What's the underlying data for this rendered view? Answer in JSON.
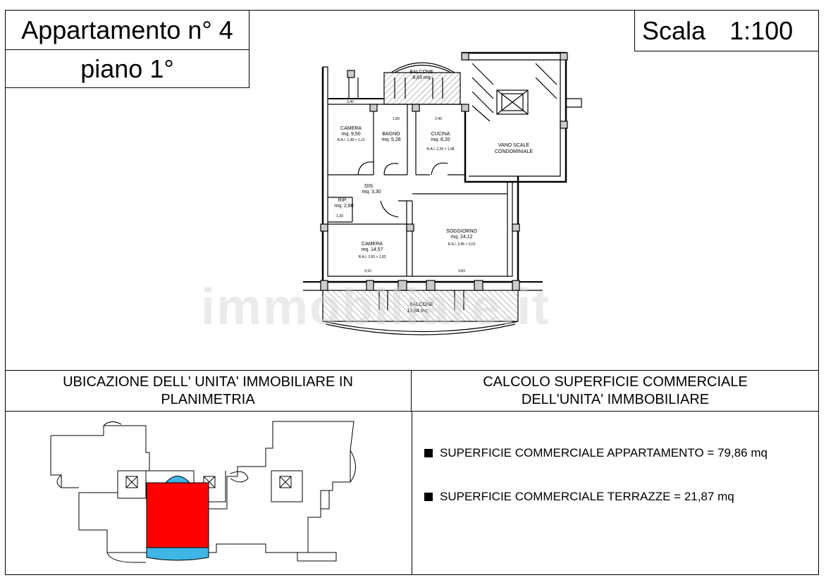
{
  "header": {
    "title_line1": "Appartamento n° 4",
    "title_line2": "piano 1°",
    "scale_label": "Scala",
    "scale_value": "1:100"
  },
  "plan_labels": {
    "balcone_top": "BALCONE",
    "balcone_top_area": "8,83 mq",
    "camera1": "CAMERA",
    "camera1_area": "mq. 9,50",
    "camera1_ral": "R.A.I. 1,38 > 1,12",
    "bagno": "BAGNO",
    "bagno_area": "mq. 5,28",
    "cucina": "CUCINA",
    "cucina_area": "mq. 8,20",
    "cucina_ral": "R.A.I. 2,39 > 1,08",
    "vano_scale_1": "VANO SCALE",
    "vano_scale_2": "CONDOMINIALE",
    "dis": "DIS.",
    "dis_area": "mq. 3,30",
    "rip": "RIP.",
    "rip_area": "mq. 2,88",
    "camera2": "CAMERA",
    "camera2_area": "mq. 14,57",
    "camera2_ral": "R.A.I. 2,65 > 1,82",
    "soggiorno": "SOGGIORNO",
    "soggiorno_area": "mq. 24,12",
    "soggiorno_ral": "R.A.I. 3,45 > 3,01",
    "balcone_bottom": "BALCONE",
    "balcone_bottom_area": "13,84 mq",
    "dim_340": "3,40",
    "dim_180": "1,80",
    "dim_240": "2,40",
    "dim_130": "1,30",
    "dim_416": "4,16",
    "dim_483": "4,83"
  },
  "watermark": "immobiliare.it",
  "location_section": {
    "heading": "UBICAZIONE DELL' UNITA' IMMOBILIARE IN PLANIMETRIA"
  },
  "calc_section": {
    "heading": "CALCOLO SUPERFICIE COMMERCIALE DELL'UNITA' IMMBOBILIARE",
    "items": [
      {
        "text": "SUPERFICIE COMMERCIALE APPARTAMENTO = 79,86 mq"
      },
      {
        "text": "SUPERFICIE COMMERCIALE TERRAZZE = 21,87 mq"
      }
    ]
  },
  "colors": {
    "unit_highlight": "#ff0000",
    "balcony_highlight": "#3fb6e6",
    "hatch": "#999999"
  }
}
